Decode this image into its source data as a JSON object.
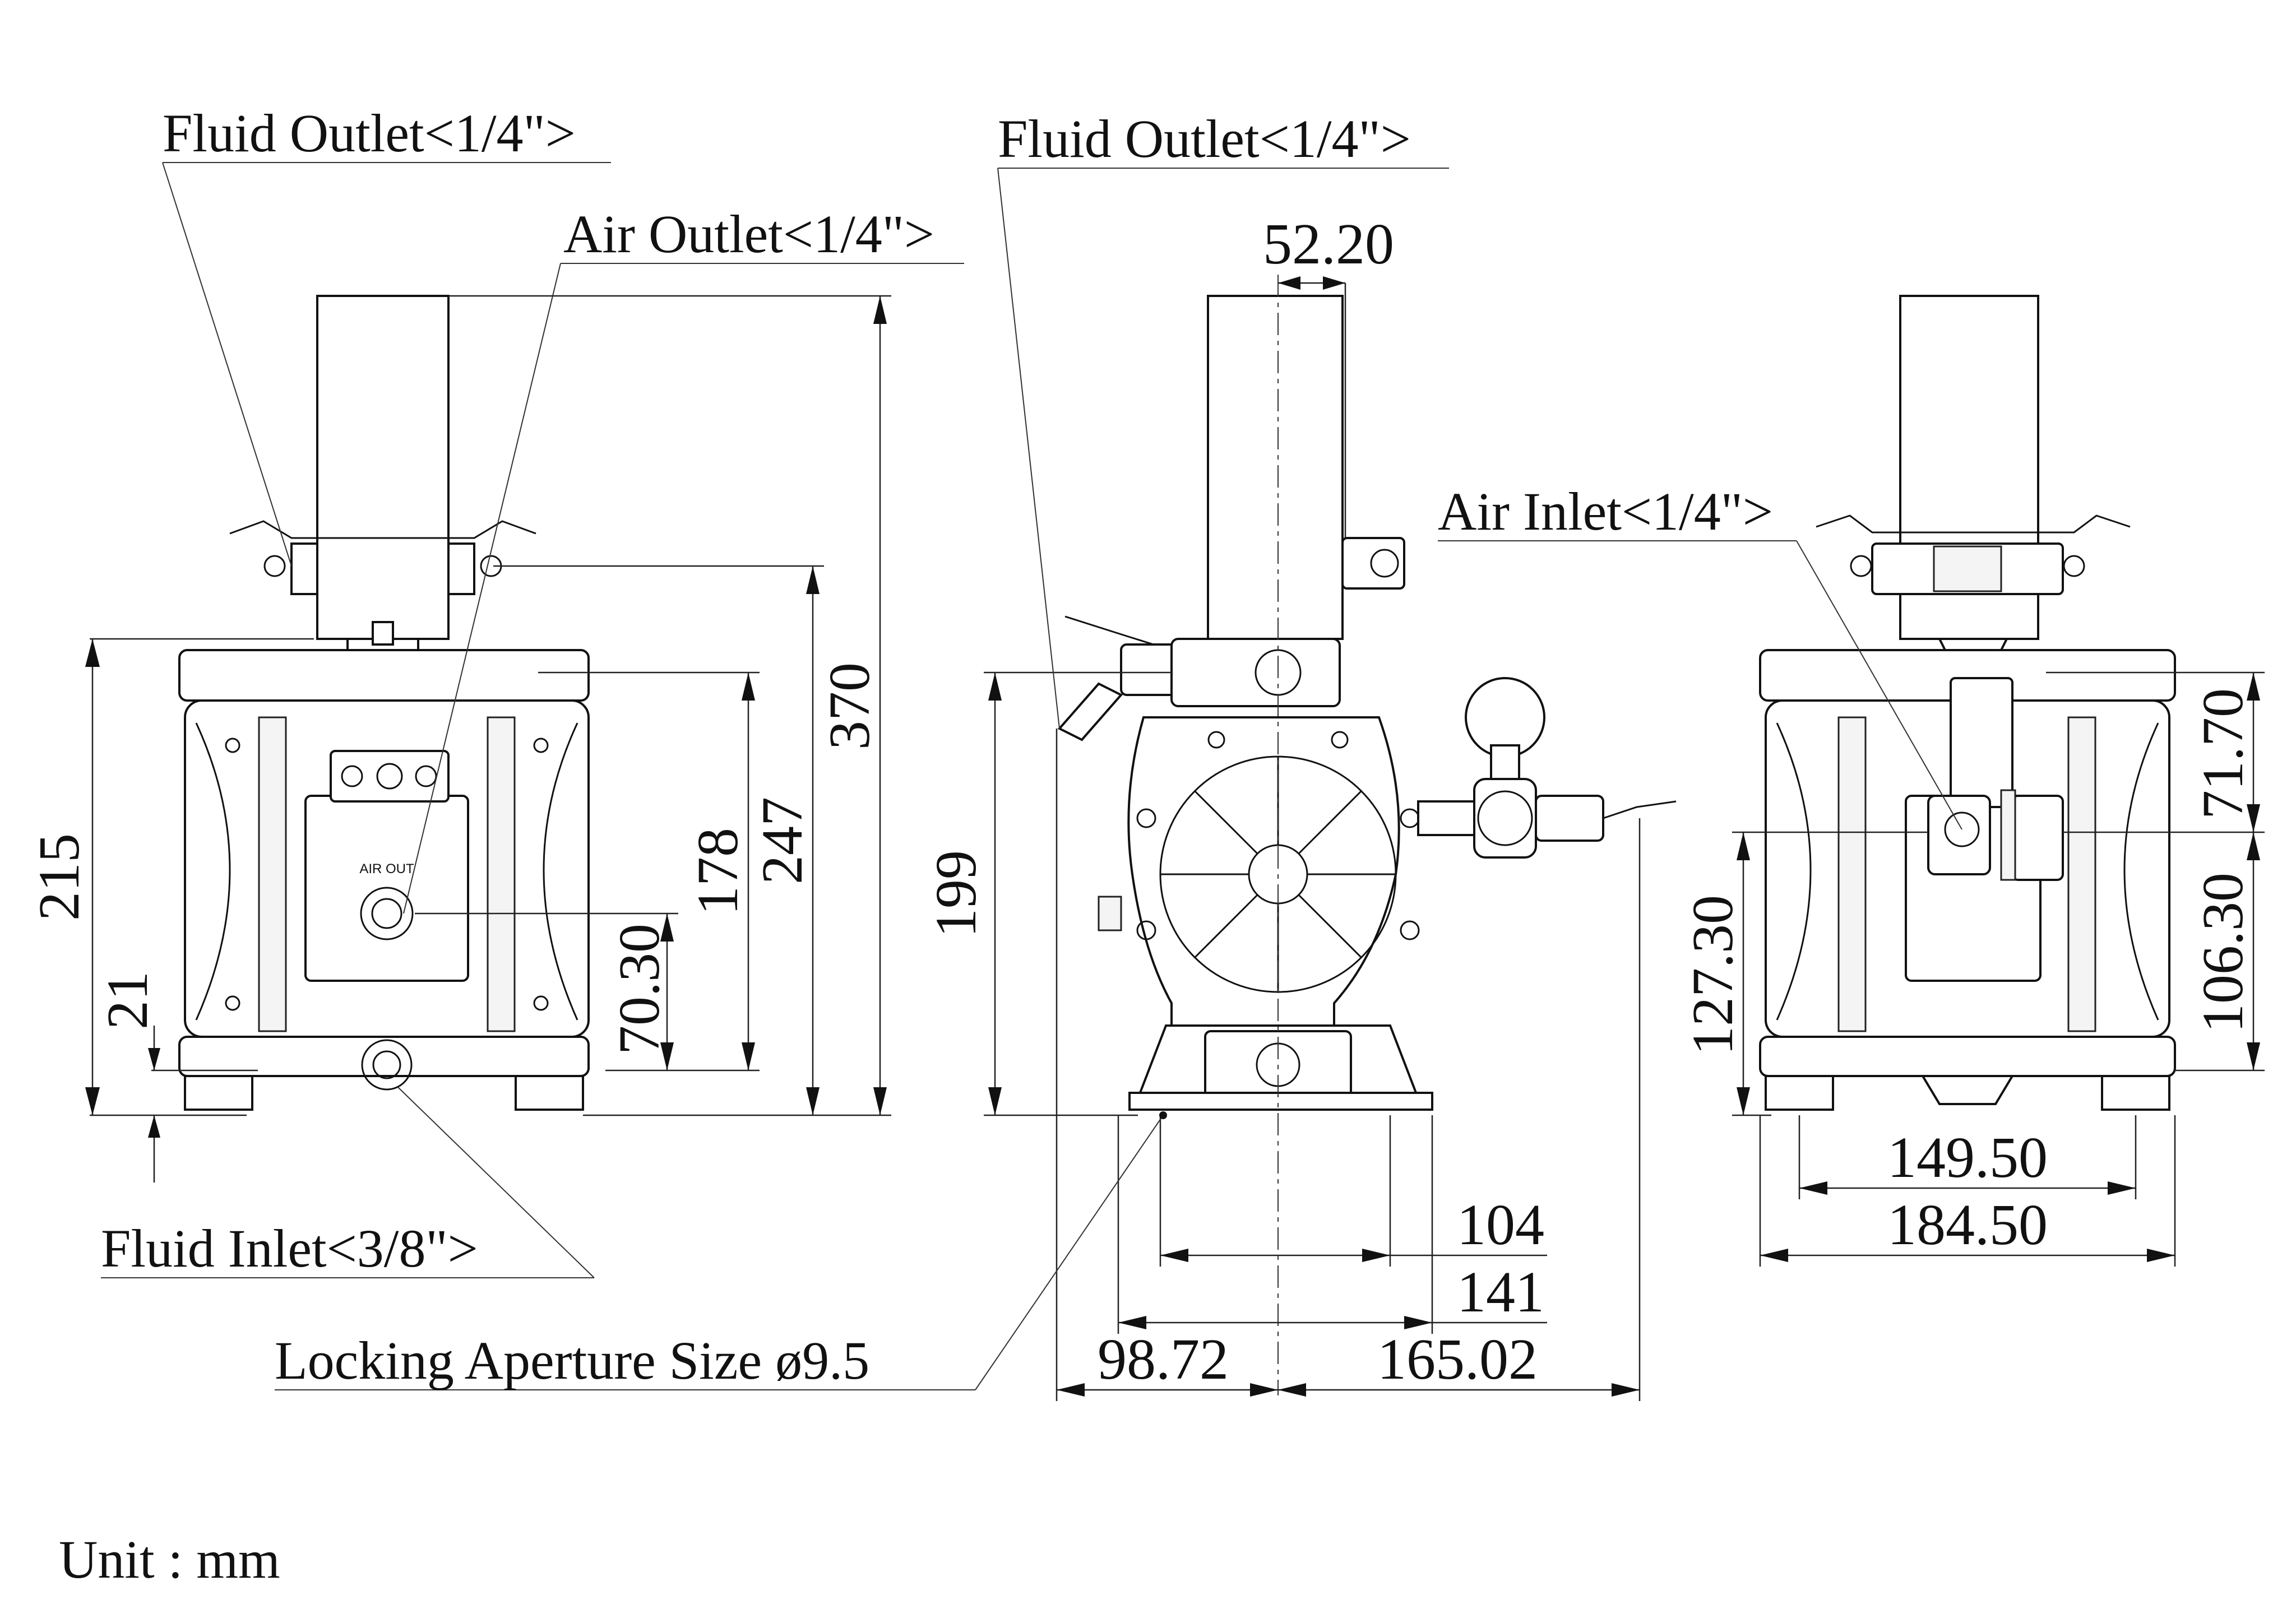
{
  "labels": {
    "fluid_outlet_left": "Fluid Outlet<1/4\">",
    "air_outlet": "Air Outlet<1/4\">",
    "fluid_outlet_mid": "Fluid Outlet<1/4\">",
    "air_inlet": "Air Inlet<1/4\">",
    "fluid_inlet": "Fluid Inlet<3/8\">",
    "locking_aperture": "Locking Aperture Size ø9.5",
    "unit": "Unit : mm",
    "air_out_plate": "AIR OUT"
  },
  "dimensions": {
    "front_215": "215",
    "front_21": "21",
    "front_178": "178",
    "front_70_30": "70.30",
    "front_247": "247",
    "front_370": "370",
    "side_52_20": "52.20",
    "side_199": "199",
    "side_104": "104",
    "side_141": "141",
    "side_98_72": "98.72",
    "side_165_02": "165.02",
    "rear_71_70": "71.70",
    "rear_106_30": "106.30",
    "rear_127_30": "127.30",
    "rear_149_50": "149.50",
    "rear_184_50": "184.50"
  }
}
